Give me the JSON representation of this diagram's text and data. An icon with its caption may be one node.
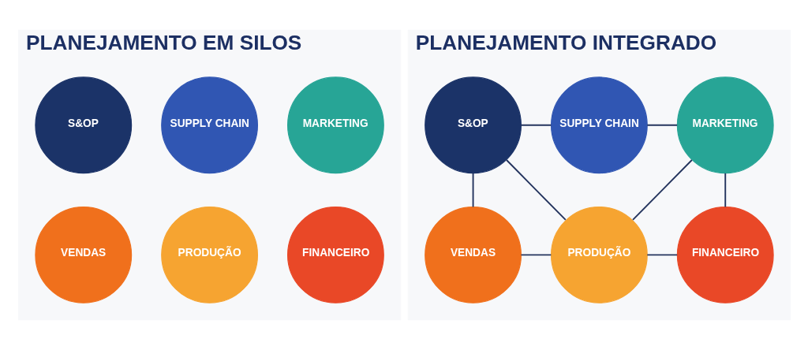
{
  "diagram": {
    "nodes": [
      {
        "text": [
          "PLANEJAMENTO EM SILOS"
        ]
      },
      {
        "text": [
          "S&OP"
        ],
        "in": 0
      },
      {
        "text": [
          "SUPPLY CHAIN"
        ],
        "in": 0
      },
      {
        "text": [
          "MARKETING"
        ],
        "in": 0
      },
      {
        "text": [
          "VENDAS"
        ],
        "in": 0
      },
      {
        "text": [
          "PRODUÇÃO"
        ],
        "in": 0
      },
      {
        "text": [
          "FINANCEIRO"
        ],
        "in": 0
      },
      {
        "text": [
          "PLANEJAMENTO INTEGRADO"
        ]
      },
      {
        "text": [
          "S&OP"
        ],
        "in": 7
      },
      {
        "text": [
          "SUPPLY CHAIN"
        ],
        "in": 7
      },
      {
        "text": [
          "MARKETING"
        ],
        "in": 7
      },
      {
        "text": [
          "VENDAS"
        ],
        "in": 7
      },
      {
        "text": [
          "PRODUÇÃO"
        ],
        "in": 7
      },
      {
        "text": [
          "FINANCEIRO"
        ],
        "in": 7
      }
    ],
    "edges": [
      {
        "from": 8,
        "to": 9,
        "arrow": "none"
      },
      {
        "from": 9,
        "to": 10,
        "arrow": "none"
      },
      {
        "from": 8,
        "to": 11,
        "arrow": "none"
      },
      {
        "from": 8,
        "to": 12,
        "arrow": "none"
      },
      {
        "from": 10,
        "to": 12,
        "arrow": "none"
      },
      {
        "from": 10,
        "to": 13,
        "arrow": "none"
      },
      {
        "from": 11,
        "to": 12,
        "arrow": "none"
      },
      {
        "from": 12,
        "to": 13,
        "arrow": "none"
      }
    ]
  }
}
